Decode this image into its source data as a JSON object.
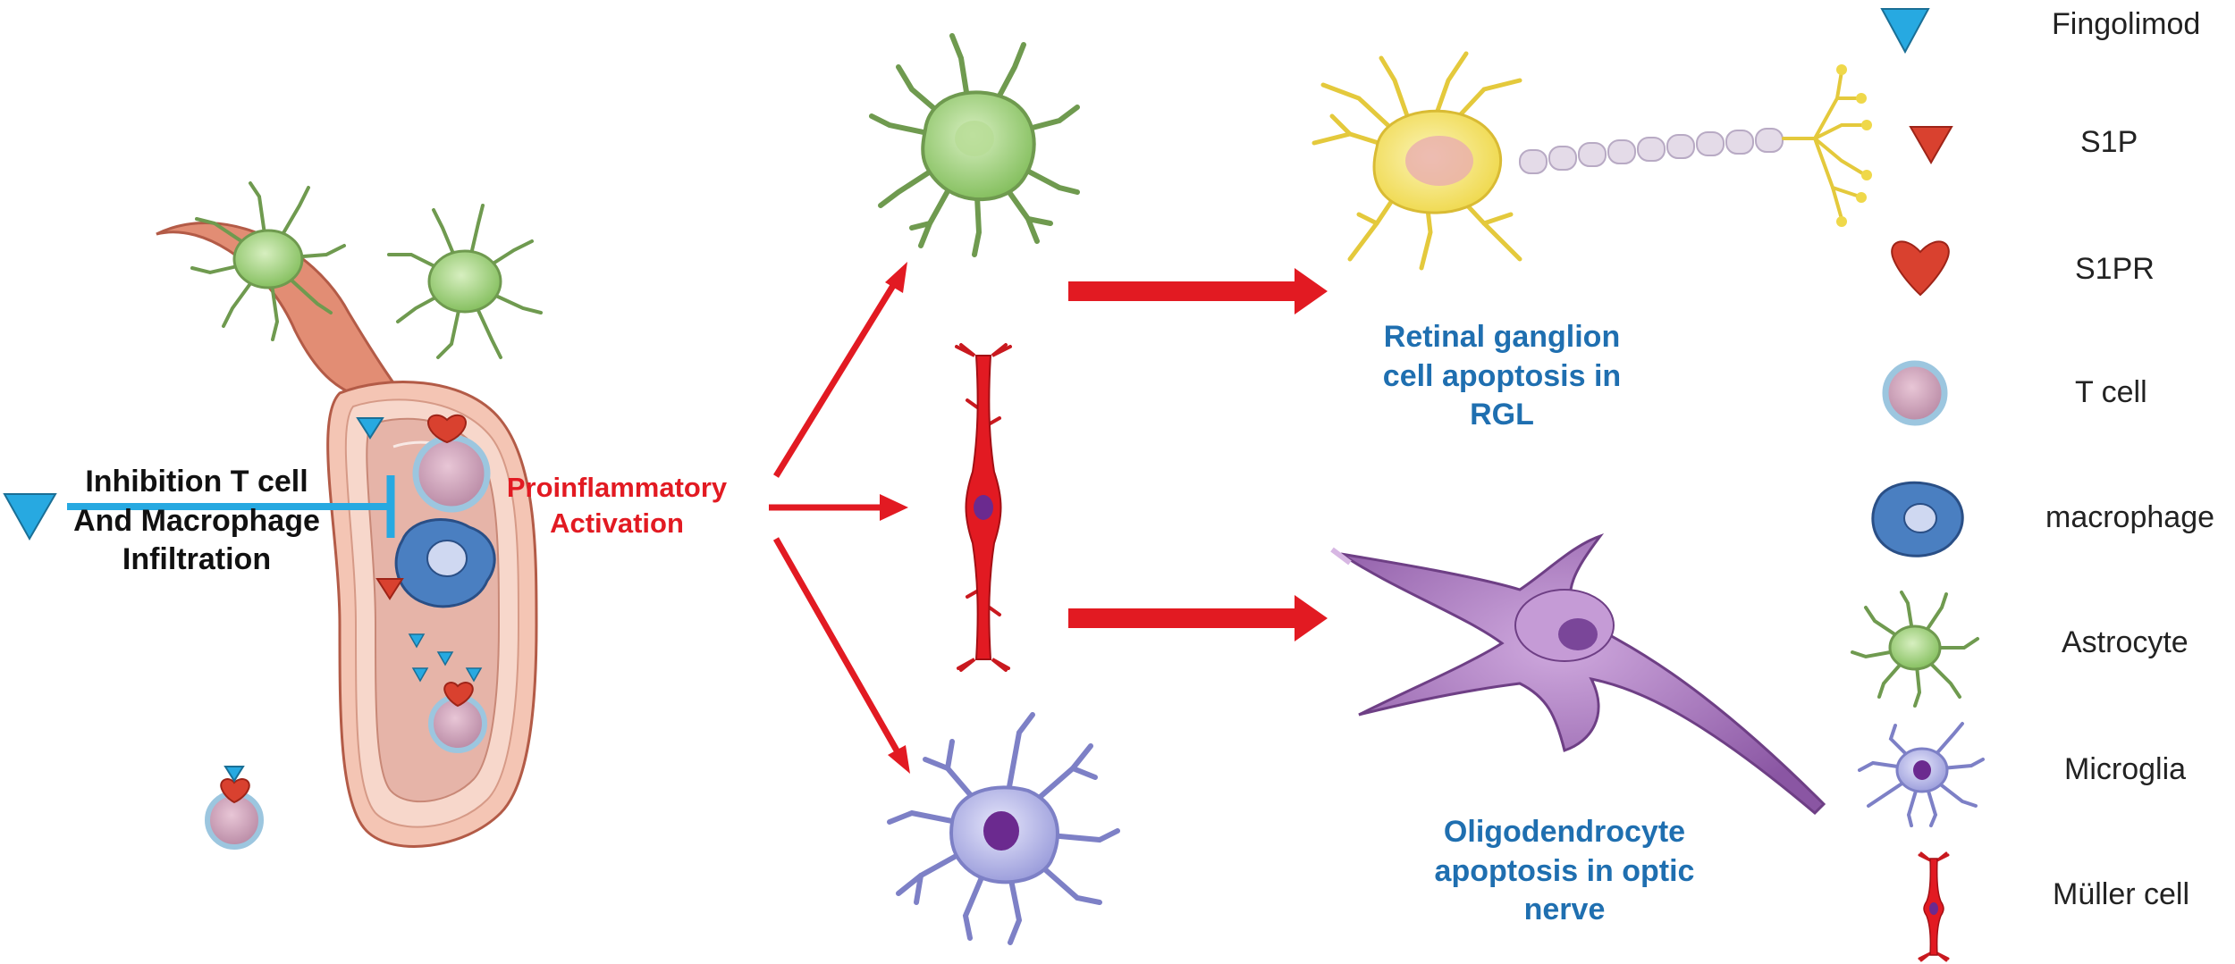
{
  "labels": {
    "inhibition_line1": "Inhibition T cell",
    "inhibition_line2": "And Macrophage",
    "inhibition_line3": "Infiltration",
    "proinflammatory_line1": "Proinflammatory",
    "proinflammatory_line2": "Activation",
    "rgc_line1": "Retinal ganglion",
    "rgc_line2": "cell apoptosis in",
    "rgc_line3": "RGL",
    "oligo_line1": "Oligodendrocyte",
    "oligo_line2": "apoptosis in optic",
    "oligo_line3": "nerve"
  },
  "legend": [
    {
      "icon": "fingolimod-icon",
      "label": "Fingolimod"
    },
    {
      "icon": "s1p-icon",
      "label": "S1P"
    },
    {
      "icon": "s1pr-icon",
      "label": "S1PR"
    },
    {
      "icon": "t-cell-icon",
      "label": "T cell"
    },
    {
      "icon": "macrophage-icon",
      "label": "macrophage"
    },
    {
      "icon": "astrocyte-icon",
      "label": "Astrocyte"
    },
    {
      "icon": "microglia-icon",
      "label": "Microglia"
    },
    {
      "icon": "muller-cell-icon",
      "label": "Müller cell"
    }
  ],
  "colors": {
    "arrow_red": "#e21a22",
    "inhibition_blue": "#27a9e1",
    "label_blue": "#1f6fb0",
    "astrocyte_green": "#9fd07a",
    "microglia_lilac": "#a9a9e0",
    "oligodendrocyte_purple": "#9b6ab0",
    "neuron_yellow": "#f3e36a",
    "vessel_wall": "#e7a48f"
  }
}
